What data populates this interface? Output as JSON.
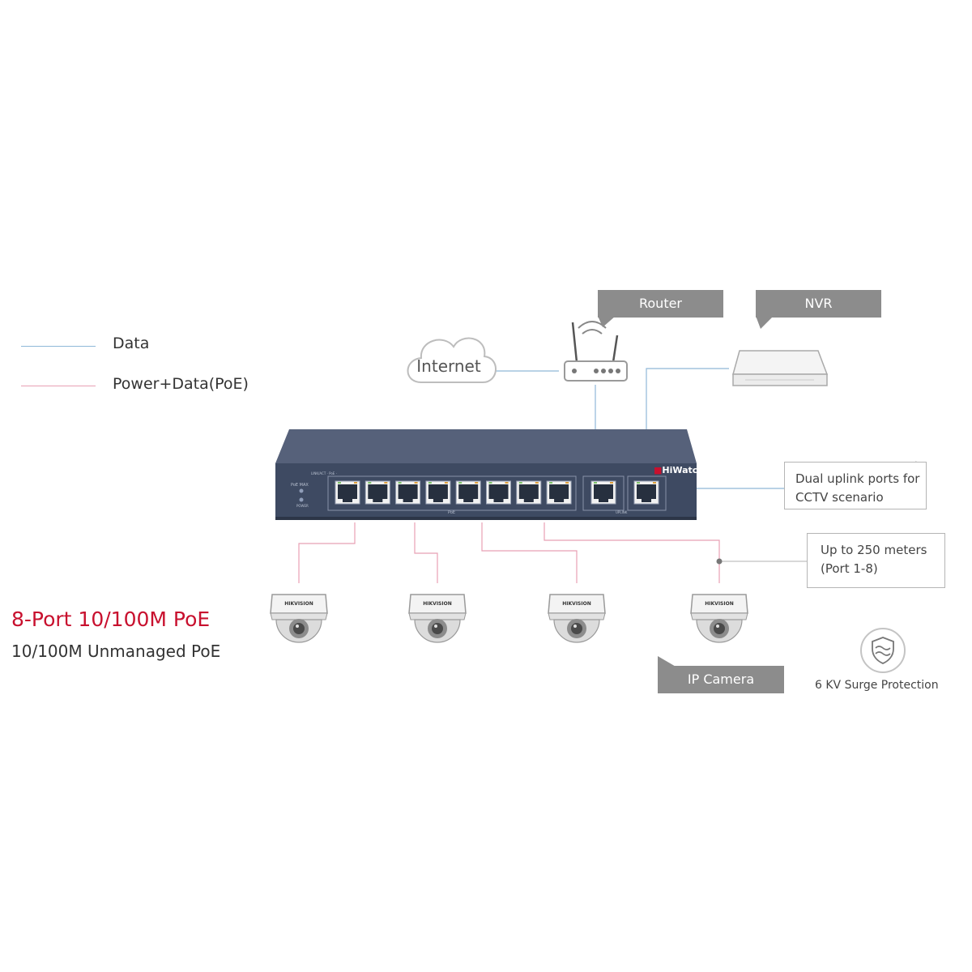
{
  "legend": {
    "data_label": "Data",
    "poe_label": "Power+Data(PoE)",
    "data_color": "#8fb8d8",
    "poe_color": "#e8a0b4"
  },
  "devices": {
    "router_label": "Router",
    "nvr_label": "NVR",
    "internet_label": "Internet",
    "ip_camera_label": "IP Camera",
    "camera_brand": "HIKVISION"
  },
  "switch": {
    "brand": "HiWatch",
    "brand_prefix_color": "#c8102e",
    "body_color": "#3e4a62",
    "port_count": 8,
    "uplink_count": 2
  },
  "product": {
    "title": "8-Port 10/100M PoE",
    "subtitle": "10/100M Unmanaged PoE",
    "title_color": "#c8102e"
  },
  "notes": {
    "uplink_line1": "Dual uplink ports for",
    "uplink_line2": "CCTV scenario",
    "distance_line1": "Up to 250 meters",
    "distance_line2": "(Port 1-8)",
    "surge": "6 KV Surge Protection"
  }
}
